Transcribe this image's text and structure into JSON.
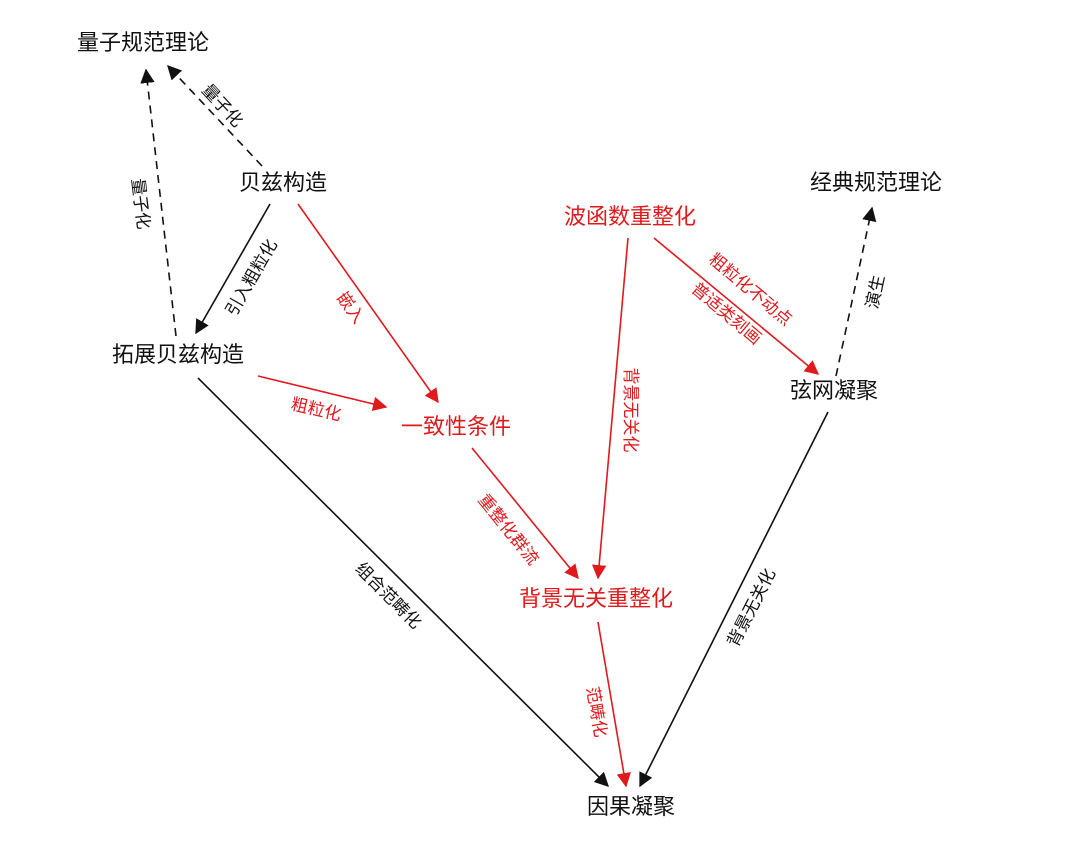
{
  "colors": {
    "black": "#111111",
    "red": "#e0191d",
    "background": "#ffffff"
  },
  "nodes": {
    "quantum_gauge": {
      "label": "量子规范理论",
      "color": "black"
    },
    "cobordism": {
      "label": "贝兹构造",
      "color": "black"
    },
    "extended_cobordism": {
      "label": "拓展贝兹构造",
      "color": "black"
    },
    "consistency": {
      "label": "一致性条件",
      "color": "red"
    },
    "wavefunction_renorm": {
      "label": "波函数重整化",
      "color": "red"
    },
    "classical_gauge": {
      "label": "经典规范理论",
      "color": "black"
    },
    "string_net": {
      "label": "弦网凝聚",
      "color": "black"
    },
    "background_independent_renorm": {
      "label": "背景无关重整化",
      "color": "red"
    },
    "causal_condensation": {
      "label": "因果凝聚",
      "color": "black"
    }
  },
  "edges": {
    "cobordism_to_quantum": {
      "label": "量子化",
      "style": "dashed",
      "color": "black"
    },
    "extended_to_quantum": {
      "label": "量子化",
      "style": "dashed",
      "color": "black"
    },
    "cobordism_to_extended": {
      "label": "引入粗粒化",
      "style": "solid",
      "color": "black"
    },
    "cobordism_to_consistency": {
      "label": "嵌入",
      "style": "solid",
      "color": "red"
    },
    "extended_to_consistency": {
      "label": "粗粒化",
      "style": "solid",
      "color": "red"
    },
    "extended_to_causal": {
      "label": "组合范畴化",
      "style": "solid",
      "color": "black"
    },
    "consistency_to_bgrenorm": {
      "label": "重整化群流",
      "style": "solid",
      "color": "red"
    },
    "wavefunction_to_bgrenorm": {
      "label": "背景无关化",
      "style": "solid",
      "color": "red"
    },
    "wavefunction_to_stringnet": {
      "label_line1": "粗粒化不动点",
      "label_line2": "普适类刻画",
      "style": "solid",
      "color": "red"
    },
    "stringnet_to_classical": {
      "label": "演生",
      "style": "dashed",
      "color": "black"
    },
    "stringnet_to_causal": {
      "label": "背景无关化",
      "style": "solid",
      "color": "black"
    },
    "bgrenorm_to_causal": {
      "label": "范畴化",
      "style": "solid",
      "color": "red"
    }
  }
}
